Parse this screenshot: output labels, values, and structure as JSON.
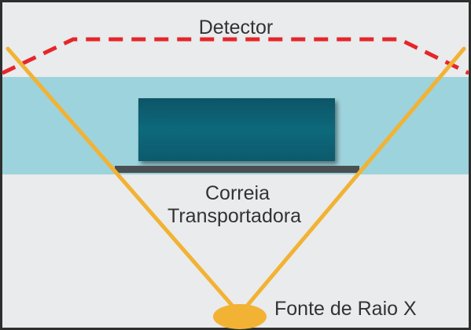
{
  "labels": {
    "detector": "Detector",
    "belt_line1": "Correia",
    "belt_line2": "Transportadora",
    "source": "Fonte de Raio X"
  },
  "colors": {
    "background": "#e9ebec",
    "frame": "#2e2e2e",
    "belt_band": "#9dd3dc",
    "object": "#0f6577",
    "belt": "#4a4f52",
    "beam": "#f2b233",
    "detector_line": "#e5262a",
    "text": "#333333"
  }
}
